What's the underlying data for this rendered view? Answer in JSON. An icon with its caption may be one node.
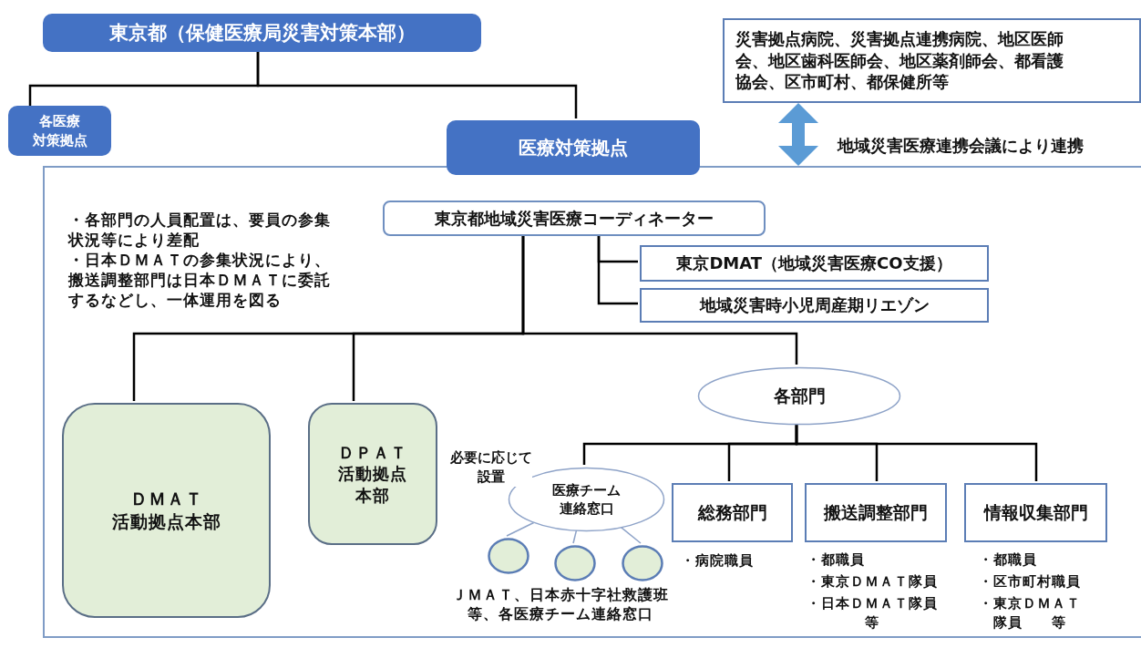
{
  "diagram": {
    "nodes": [
      {
        "text": [
          "東京都（保健医療局災害対策本部）"
        ]
      },
      {
        "text": [
          "各医療対策拠点"
        ]
      },
      {
        "text": [
          "医療対策拠点"
        ]
      },
      {
        "text": [
          "災害拠点病院、災害拠点連携病院、地区医師会、地区歯科医師会、地区薬剤師会、都看護協会、区市町村、都保健所等"
        ]
      },
      {
        "text": [
          "東京都地域災害医療コーディネーター"
        ],
        "in": 2
      },
      {
        "text": [
          "東京DMAT（地域災害医療CO支援）"
        ],
        "in": 2
      },
      {
        "text": [
          "地域災害時小児周産期リエゾン"
        ],
        "in": 2
      },
      {
        "text": [
          "ＤＭＡＴ活動拠点本部"
        ],
        "in": 2
      },
      {
        "text": [
          "ＤＰＡＴ活動拠点本部"
        ],
        "in": 2
      },
      {
        "text": [
          "各部門"
        ],
        "in": 2
      },
      {
        "text": [
          "医療チーム連絡窓口"
        ],
        "in": 2,
        "beside": [
          "必要に応じて設置"
        ]
      },
      {
        "text": [],
        "shape": "circle",
        "in": 2
      },
      {
        "text": [],
        "shape": "circle",
        "in": 2
      },
      {
        "text": [],
        "shape": "circle",
        "in": 2
      },
      {
        "text": [
          "総務部門"
        ],
        "in": 2,
        "beside": [
          "・病院職員"
        ]
      },
      {
        "text": [
          "搬送調整部門"
        ],
        "in": 2,
        "beside": [
          "・都職員",
          "・東京ＤＭＡＴ隊員",
          "・日本ＤＭＡＴ隊員等"
        ]
      },
      {
        "text": [
          "情報収集部門"
        ],
        "in": 2,
        "beside": [
          "・都職員",
          "・区市町村職員",
          "・東京ＤＭＡＴ隊員　　等"
        ]
      }
    ],
    "edges": [
      {
        "from": 0,
        "to": 1,
        "arrow": "none"
      },
      {
        "from": 0,
        "to": 2,
        "arrow": "none"
      },
      {
        "from": 3,
        "to": 2,
        "arrow": "both",
        "label": "地域災害医療連携会議により連携",
        "style": "thick",
        "color": "#5b9bd5"
      },
      {
        "from": 4,
        "to": 5,
        "arrow": "none"
      },
      {
        "from": 4,
        "to": 6,
        "arrow": "none"
      },
      {
        "from": 4,
        "to": 7,
        "arrow": "none"
      },
      {
        "from": 4,
        "to": 8,
        "arrow": "none"
      },
      {
        "from": 4,
        "to": 9,
        "arrow": "none"
      },
      {
        "from": 9,
        "to": 10,
        "arrow": "none"
      },
      {
        "from": 9,
        "to": 14,
        "arrow": "none"
      },
      {
        "from": 9,
        "to": 15,
        "arrow": "none"
      },
      {
        "from": 9,
        "to": 16,
        "arrow": "none"
      },
      {
        "from": 10,
        "to": 11,
        "arrow": "none",
        "color": "#8ea3c8"
      },
      {
        "from": 10,
        "to": 12,
        "arrow": "none",
        "color": "#8ea3c8"
      },
      {
        "from": 10,
        "to": 13,
        "arrow": "none",
        "color": "#8ea3c8"
      }
    ],
    "labels": [
      "・各部門の人員配置は、要員の参集状況等により差配",
      "・日本ＤＭＡＴの参集状況により、搬送調整部門は日本ＤＭＡＴに委託するなどし、一体運用を図る",
      "ＪＭＡＴ、日本赤十字社救護班等、各医療チーム連絡窓口"
    ]
  }
}
